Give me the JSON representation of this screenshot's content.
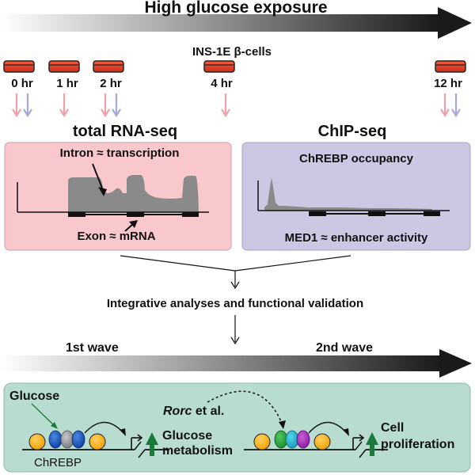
{
  "top": {
    "title": "High glucose exposure",
    "cells_label": "INS-1E β-cells",
    "time_points": [
      "0 hr",
      "1 hr",
      "2 hr",
      "4 hr",
      "12 hr"
    ]
  },
  "rna_seq": {
    "heading": "total RNA-seq",
    "intron_label": "Intron ≈ transcription",
    "exon_label": "Exon ≈ mRNA"
  },
  "chip_seq": {
    "heading": "ChIP-seq",
    "occupancy_label": "ChREBP occupancy",
    "med1_label": "MED1 ≈ enhancer activity"
  },
  "integrative_label": "Integrative analyses and functional validation",
  "waves": {
    "first": "1st wave",
    "second": "2nd wave"
  },
  "model": {
    "glucose_label": "Glucose",
    "chrebp_label": "ChREBP",
    "rorc_italic": "Rorc",
    "rorc_rest": " et al.",
    "glucose_metabolism_line1": "Glucose",
    "glucose_metabolism_line2": "metabolism",
    "cell_proliferation_line1": "Cell",
    "cell_proliferation_line2": "proliferation"
  },
  "colors": {
    "dish_red": "#e63a24",
    "arrow_pink": "#f0a0a8",
    "arrow_lavender": "#a8a8d8",
    "rna_box": "#f8c8cc",
    "chip_box": "#ccc8e4",
    "model_box": "#b8ddd0",
    "green_arrow": "#1a7a3a"
  }
}
